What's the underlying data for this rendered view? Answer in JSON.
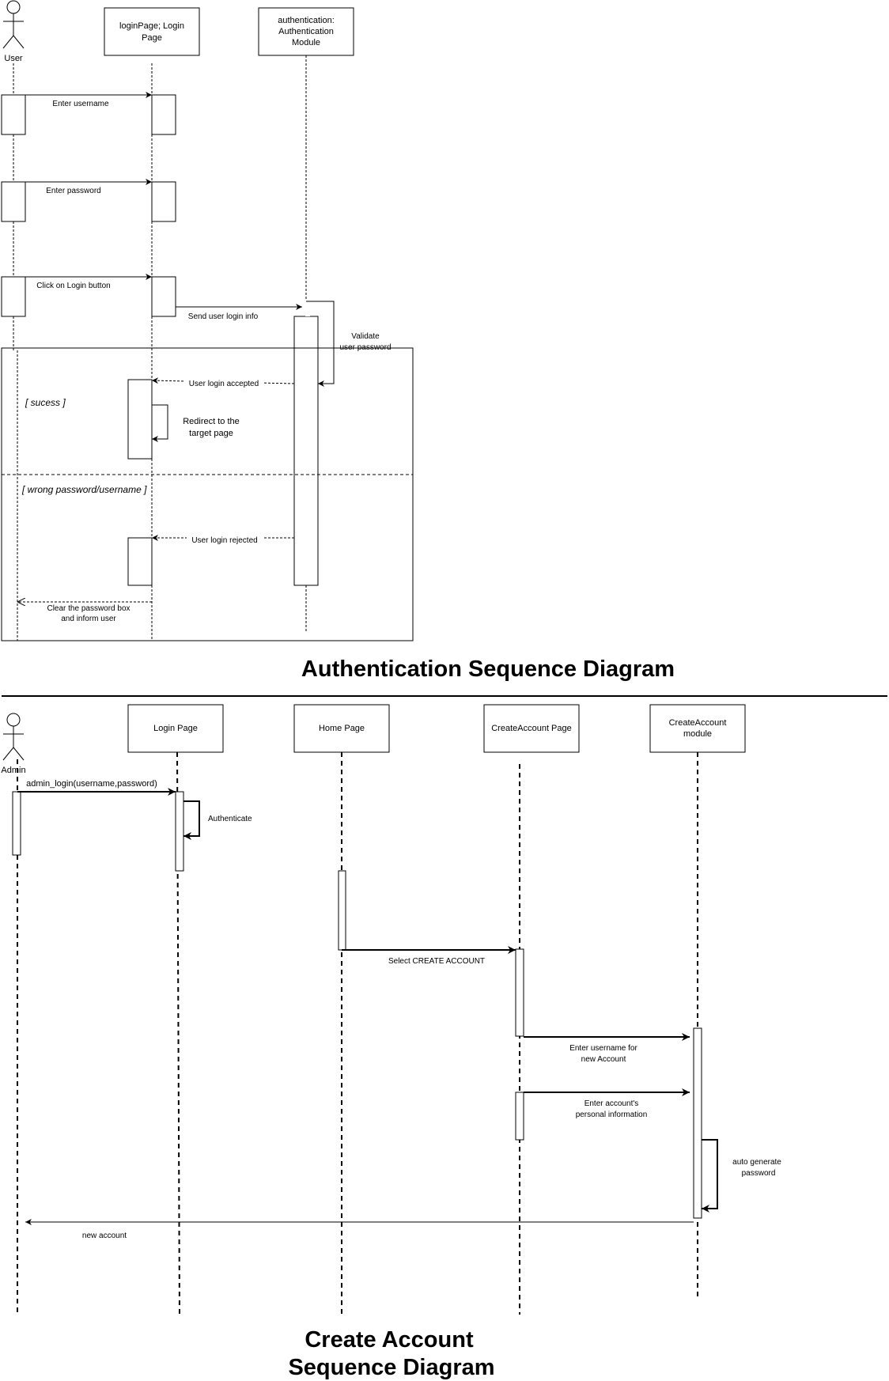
{
  "auth": {
    "title": "Authentication Sequence Diagram",
    "actor": "User",
    "lifelines": [
      "loginPage; Login",
      "Page",
      "authentication:",
      "Authentication",
      "Module"
    ],
    "messages": {
      "enter_username": "Enter username",
      "enter_password": "Enter password",
      "click_login": "Click on Login button",
      "send_info": "Send user login info",
      "validate_1": "Validate",
      "validate_2": "user password",
      "accepted": "User login accepted",
      "redirect_1": "Redirect to the",
      "redirect_2": "target page",
      "rejected": "User login rejected",
      "clear_1": "Clear the password box",
      "clear_2": "and inform user"
    },
    "guards": {
      "success": "[ sucess ]",
      "failure": "[ wrong password/username ]"
    }
  },
  "create": {
    "title_line1": "Create Account",
    "title_line2": "Sequence Diagram",
    "actor": "Admin",
    "lifelines": {
      "login": "Login Page",
      "home": "Home Page",
      "create_page": "CreateAccount Page",
      "module_1": "CreateAccount",
      "module_2": "module"
    },
    "messages": {
      "admin_login": "admin_login(username,password)",
      "authenticate": "Authenticate",
      "select_create": "Select CREATE ACCOUNT",
      "enter_username_1": "Enter username for",
      "enter_username_2": "new Account",
      "enter_info_1": "Enter account's",
      "enter_info_2": "personal information",
      "auto_gen_1": "auto generate",
      "auto_gen_2": "password",
      "new_account": "new account"
    }
  }
}
